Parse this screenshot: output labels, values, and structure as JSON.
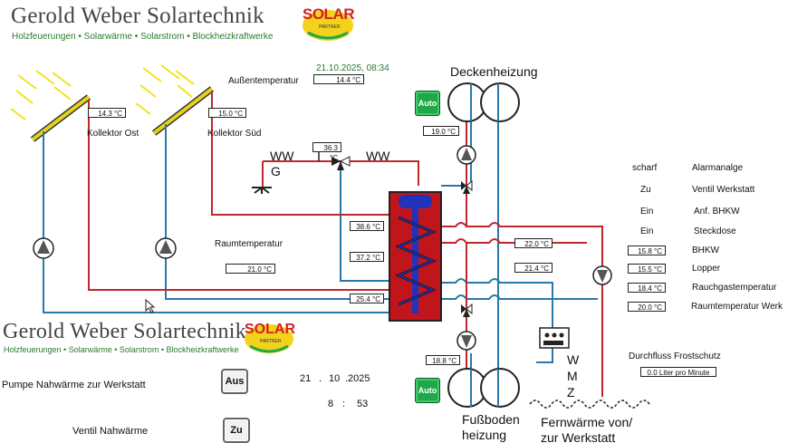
{
  "header": {
    "brand": "Gerold Weber Solartechnik",
    "tagline": "Holzfeuerungen • Solarwärme • Solarstrom • Blockheizkraftwerke",
    "logo_text": "SOLAR",
    "logo_sub": "PARTNER"
  },
  "datetime": "21.10.2025, 08:34",
  "outdoor": {
    "label": "Außentemperatur",
    "value": "14.4 °C"
  },
  "collectors": {
    "east": {
      "label": "Kollektor Ost",
      "value": "14.3 °C"
    },
    "south": {
      "label": "Kollektor Süd",
      "value": "15.0 °C"
    }
  },
  "ww_mix_temp": "36.3 °C",
  "ww_left": "WW",
  "ww_g": "G",
  "ww_right": "WW",
  "room": {
    "label": "Raumtemperatur",
    "value": "21.0 °C"
  },
  "tank_temps": [
    "38.6 °C",
    "37.2 °C",
    "25.4 °C"
  ],
  "line_temps": [
    "22.0 °C",
    "21.4 °C"
  ],
  "ceiling": {
    "title": "Deckenheizung",
    "mode": "Auto",
    "temp": "19.0 °C"
  },
  "floor": {
    "title_1": "Fußboden",
    "title_2": "heizung",
    "mode": "Auto",
    "temp": "18.8 °C"
  },
  "district": {
    "line1": "Fernwärme von/",
    "line2": "zur Werkstatt"
  },
  "wmz": {
    "w": "W",
    "m": "M",
    "z": "Z"
  },
  "status_rows": [
    {
      "state": "scharf",
      "label": "Alarmanalge"
    },
    {
      "state": "Zu",
      "label": "Ventil Werkstatt"
    },
    {
      "state": "Ein",
      "label": "Anf. BHKW"
    },
    {
      "state": "Ein",
      "label": "Steckdose"
    }
  ],
  "temp_rows": [
    {
      "value": "15.8 °C",
      "label": "BHKW"
    },
    {
      "value": "15.5 °C",
      "label": "Lopper"
    },
    {
      "value": "18.4 °C",
      "label": "Rauchgastemperatur"
    },
    {
      "value": "20.0 °C",
      "label": "Raumtemperatur Werk"
    }
  ],
  "frost": {
    "label": "Durchfluss Frostschutz",
    "value": "0.0 Liter pro Minute"
  },
  "bottom": {
    "pump_label": "Pumpe  Nahwärme zur Werkstatt",
    "pump_btn": "Aus",
    "valve_label": "Ventil Nahwärme",
    "valve_btn": "Zu",
    "date_d": "21",
    "date_m": "10",
    "date_y": "2025",
    "sep": ".",
    "time_h": "8",
    "time_m": "53",
    "time_sep": ":"
  },
  "colors": {
    "supply": "#c0272d",
    "return": "#2a78a8",
    "tank": "#c0151b",
    "coil": "#2233bb",
    "accent": "#1fa84a"
  }
}
